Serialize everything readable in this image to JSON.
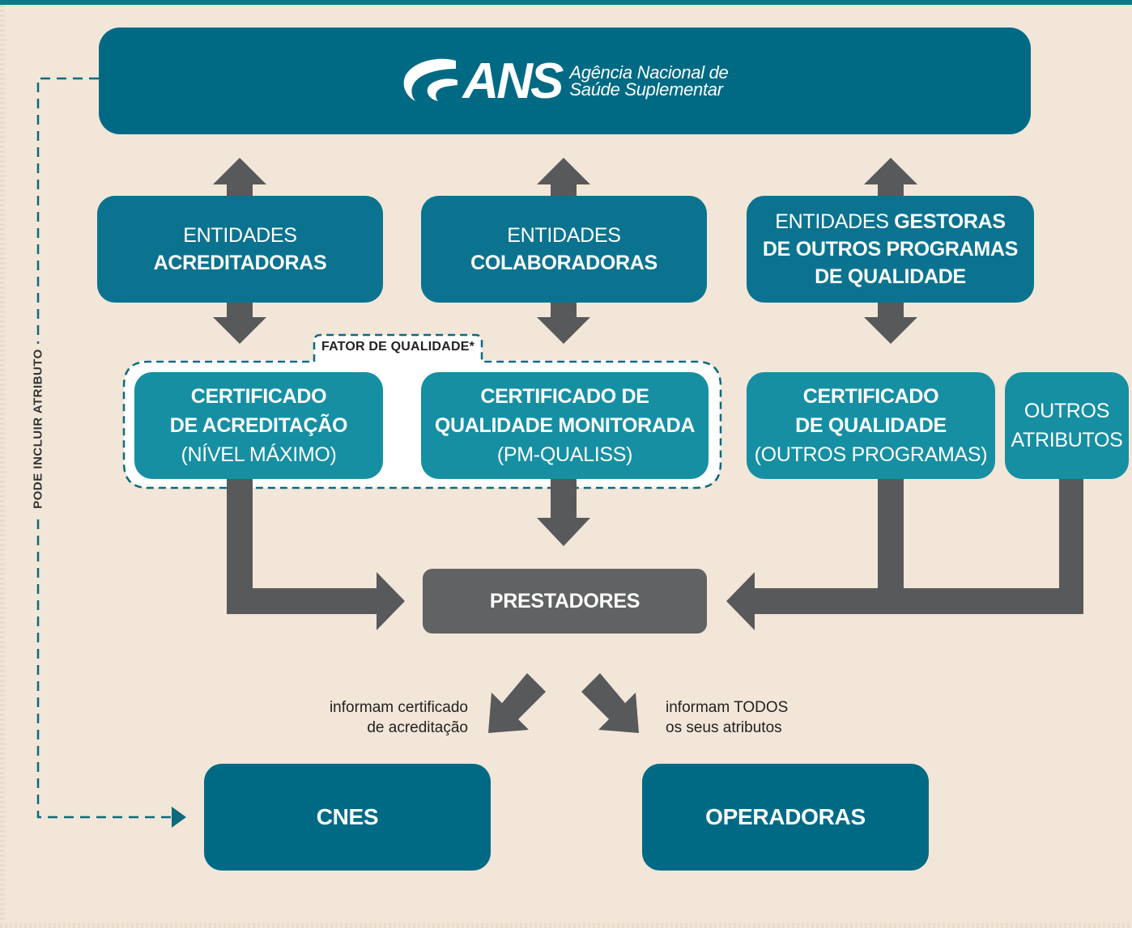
{
  "header": {
    "logo_mark": "ANS",
    "logo_line1": "Agência Nacional de",
    "logo_line2": "Saúde Suplementar"
  },
  "entities": {
    "acreditadoras": {
      "line1": "ENTIDADES",
      "line2": "ACREDITADORAS"
    },
    "colaboradoras": {
      "line1": "ENTIDADES",
      "line2": "COLABORADORAS"
    },
    "gestoras": {
      "line1_regular": "ENTIDADES",
      "line1_bold": "GESTORAS",
      "line2": "DE OUTROS PROGRAMAS",
      "line3": "DE QUALIDADE"
    }
  },
  "fator_label": "FATOR DE QUALIDADE*",
  "certificates": {
    "acreditacao": {
      "line1": "CERTIFICADO",
      "line2": "DE ACREDITAÇÃO",
      "line3": "(NÍVEL MÁXIMO)"
    },
    "monitorada": {
      "line1": "CERTIFICADO DE",
      "line2": "QUALIDADE MONITORADA",
      "line3": "(PM-QUALISS)"
    },
    "qualidade": {
      "line1": "CERTIFICADO",
      "line2": "DE QUALIDADE",
      "line3": "(OUTROS PROGRAMAS)"
    },
    "outros": {
      "line1": "OUTROS",
      "line2": "ATRIBUTOS"
    }
  },
  "prestadores": "PRESTADORES",
  "captions": {
    "left_line1": "informam certificado",
    "left_line2": "de acreditação",
    "right_line1": "informam TODOS",
    "right_line2": "os seus atributos"
  },
  "bottom": {
    "cnes": "CNES",
    "operadoras": "OPERADORAS"
  },
  "side_label": "PODE INCLUIR ATRIBUTO",
  "colors": {
    "background": "#f2e6d8",
    "dark_teal": "#006a84",
    "mid_teal": "#0b7390",
    "light_teal": "#168fa3",
    "arrow_grey": "#58595b",
    "prestadores_grey": "#616263"
  }
}
